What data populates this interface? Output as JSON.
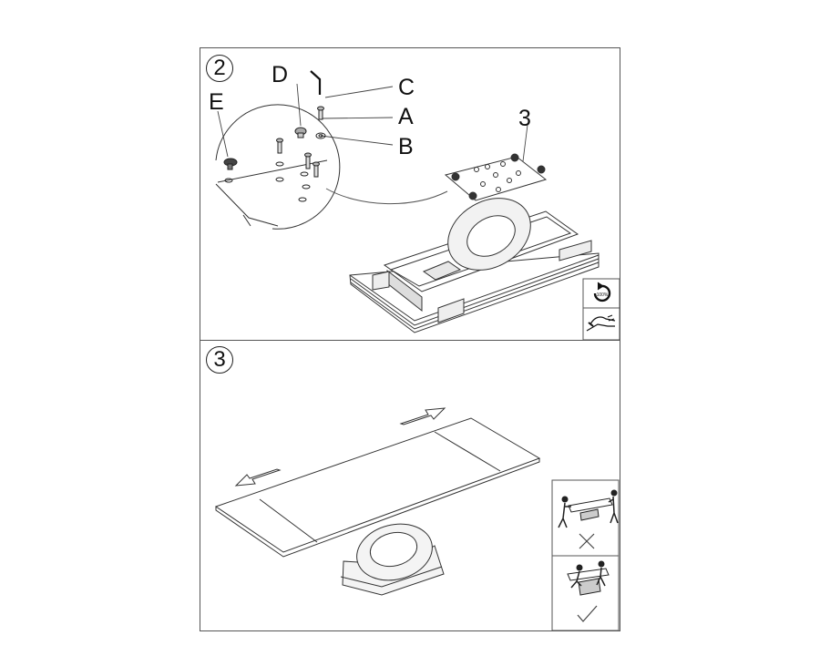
{
  "steps": [
    {
      "number": "2",
      "labels": {
        "a": "A",
        "b": "B",
        "c": "C",
        "d": "D",
        "e": "E",
        "part": "3"
      },
      "badge_text": "100%"
    },
    {
      "number": "3"
    }
  ],
  "icons": {
    "rotate": "rotate-100-percent-icon",
    "hand": "hand-tighten-icon",
    "wrong_lift": "lift-by-tabletop-icon",
    "right_lift": "lift-by-base-icon",
    "cross": "cross-mark-icon",
    "check": "check-mark-icon"
  }
}
